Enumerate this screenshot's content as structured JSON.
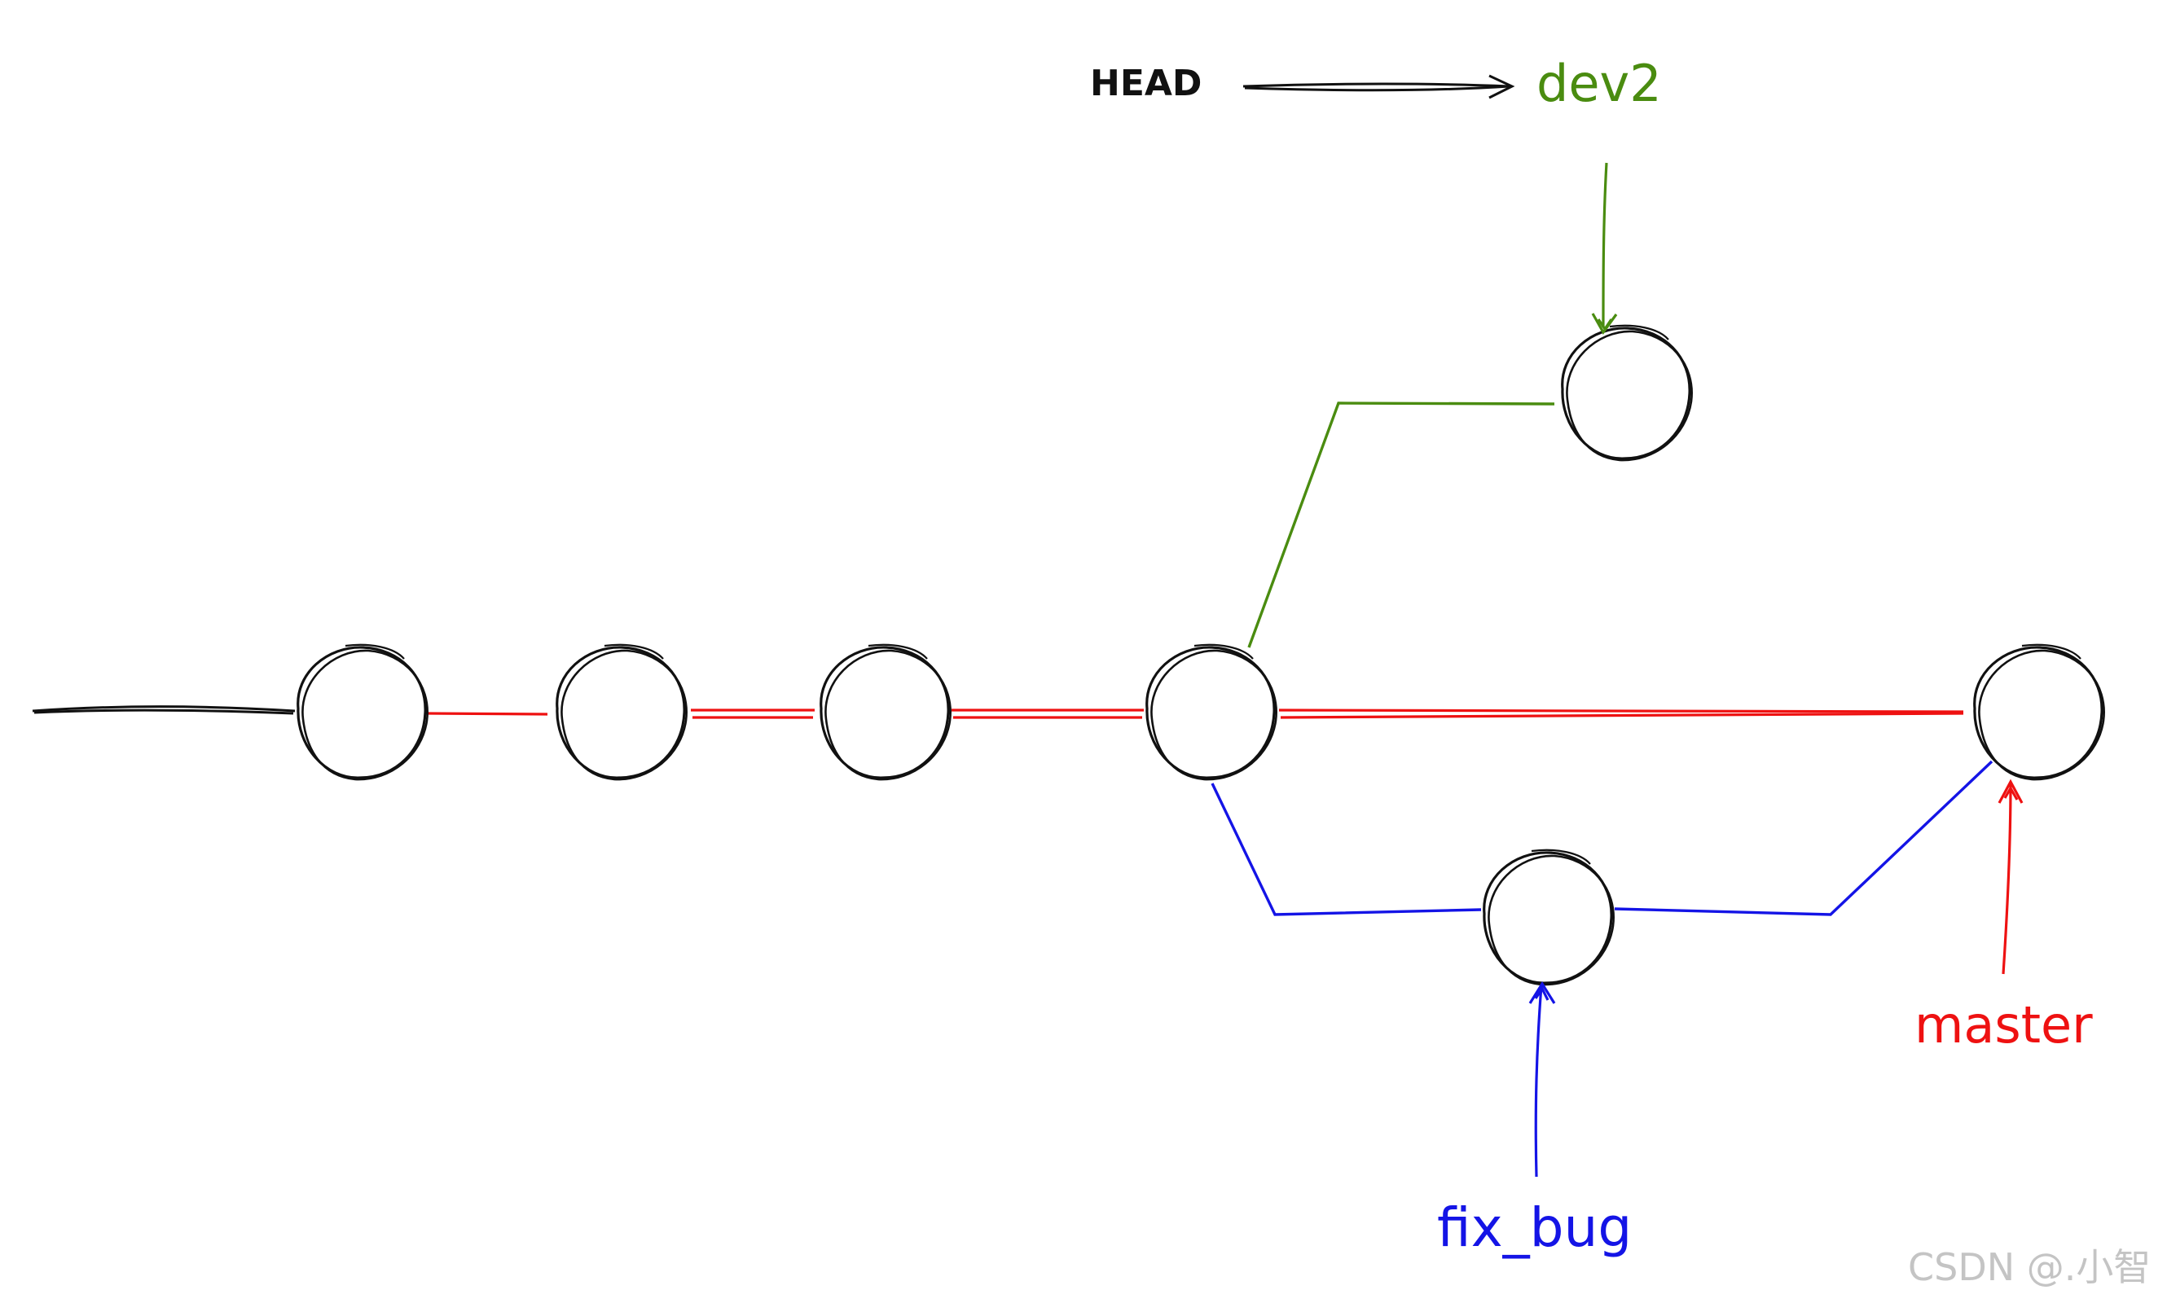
{
  "labels": {
    "head": "HEAD",
    "dev2": "dev2",
    "fix_bug": "fix_bug",
    "master": "master"
  },
  "watermark": "CSDN @.小智",
  "colors": {
    "ink": "#111111",
    "dev2": "#4a8c10",
    "fix_bug": "#1414e6",
    "master": "#ee1111",
    "watermark": "#c4c4c4"
  }
}
